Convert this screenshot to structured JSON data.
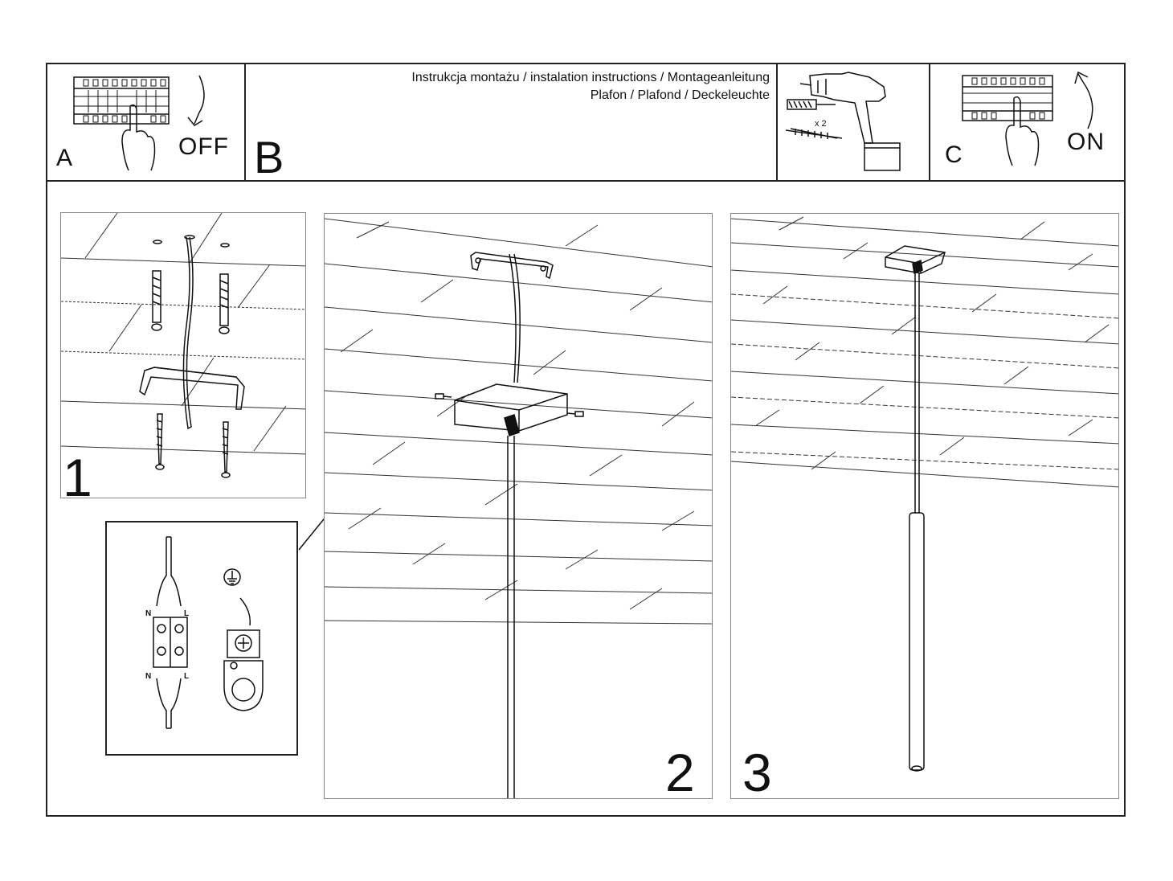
{
  "header": {
    "title_line1": "Instrukcja montażu / instalation instructions / Montageanleitung",
    "title_line2": "Plafon / Plafond / Deckeleuchte"
  },
  "box_a": {
    "letter": "A",
    "word": "OFF"
  },
  "box_b": {
    "letter": "B"
  },
  "box_c": {
    "letter": "C",
    "word": "ON"
  },
  "tools": {
    "quantity": "x 2"
  },
  "steps": {
    "step1": "1",
    "step2": "2",
    "step3": "3"
  },
  "wiring": {
    "n_top": "N",
    "l_top": "L",
    "n_bottom": "N",
    "l_bottom": "L"
  }
}
